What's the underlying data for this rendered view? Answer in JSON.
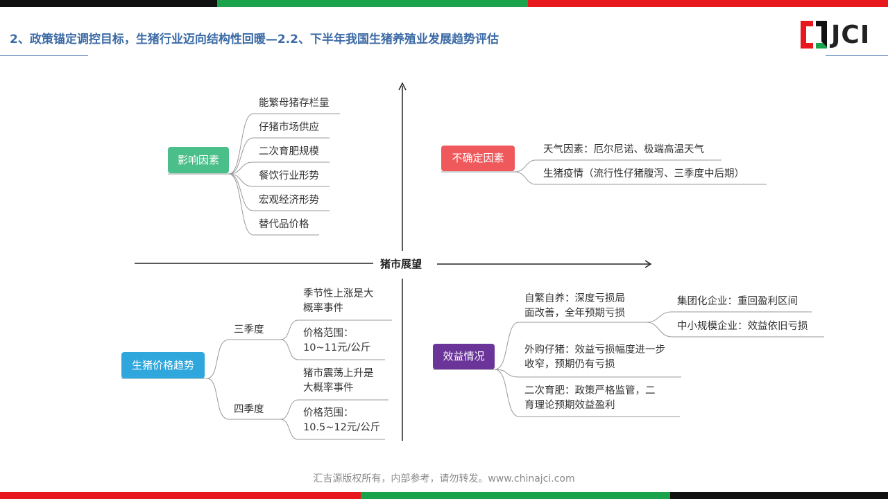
{
  "header": {
    "title": "2、政策锚定调控目标，生猪行业迈向结构性回暖—2.2、下半年我国生猪养殖业发展趋势评估",
    "logo_text": "JCI",
    "colors": {
      "green": "#1aa34a",
      "red": "#e8191e",
      "black": "#111111",
      "title": "#3b6aa5"
    }
  },
  "center": {
    "label": "猪市展望"
  },
  "quadrants": {
    "influence": {
      "label": "影响因素",
      "color": "#4bbf8a",
      "items": [
        "能繁母猪存栏量",
        "仔猪市场供应",
        "二次育肥规模",
        "餐饮行业形势",
        "宏观经济形势",
        "替代品价格"
      ]
    },
    "uncertain": {
      "label": "不确定因素",
      "color": "#f0595b",
      "items": [
        "天气因素：厄尔尼诺、极端高温天气",
        "生猪疫情（流行性仔猪腹泻、三季度中后期）"
      ]
    },
    "price": {
      "label": "生猪价格趋势",
      "color": "#2fa7dc",
      "q3": {
        "label": "三季度",
        "items": [
          [
            "季节性上涨是大",
            "概率事件"
          ],
          [
            "价格范围：",
            "10~11元/公斤"
          ]
        ]
      },
      "q4": {
        "label": "四季度",
        "items": [
          [
            "猪市震荡上升是",
            "大概率事件"
          ],
          [
            "价格范围：",
            "10.5~12元/公斤"
          ]
        ]
      }
    },
    "benefit": {
      "label": "效益情况",
      "color": "#6a3499",
      "self": {
        "lines": [
          "自繁自养：深度亏损局",
          "面改善，全年预期亏损"
        ],
        "children": [
          "集团化企业：重回盈利区间",
          "中小规模企业：效益依旧亏损"
        ]
      },
      "items": [
        [
          "外购仔猪：效益亏损幅度进一步",
          "收窄，预期仍有亏损"
        ],
        [
          "二次育肥：政策严格监管，二",
          "育理论预期效益盈利"
        ]
      ]
    }
  },
  "footer": {
    "text": "汇吉源版权所有，内部参考，请勿转发。www.chinajci.com"
  }
}
